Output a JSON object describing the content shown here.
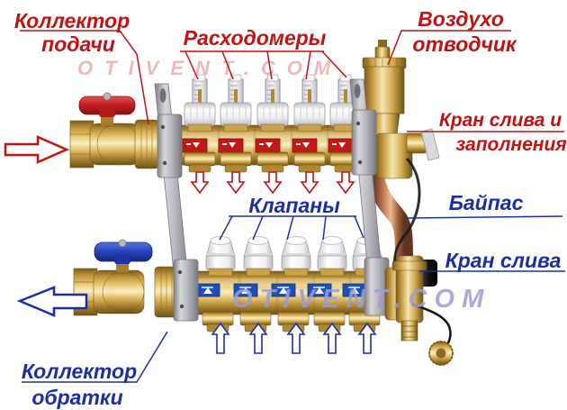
{
  "diagram": {
    "background": "#ffffff",
    "watermark_top": "OTIVENT.COM",
    "watermark_bottom": "OTIVENT.COM",
    "labels": {
      "supply_manifold_line1": "Коллектор",
      "supply_manifold_line2": "подачи",
      "flow_meters": "Расходомеры",
      "air_vent_line1": "Воздухо",
      "air_vent_line2": "отводчик",
      "fill_drain_line1": "Кран слива и",
      "fill_drain_line2": "заполнения",
      "valves": "Клапаны",
      "bypass": "Байпас",
      "drain_valve": "Кран слива",
      "return_manifold_line1": "Коллектор",
      "return_manifold_line2": "обратки"
    },
    "colors": {
      "label_red": "#c01414",
      "label_blue": "#1b2fa0",
      "watermark_pink": "#e8a8a8",
      "watermark_blue": "#9d9dd6"
    }
  }
}
